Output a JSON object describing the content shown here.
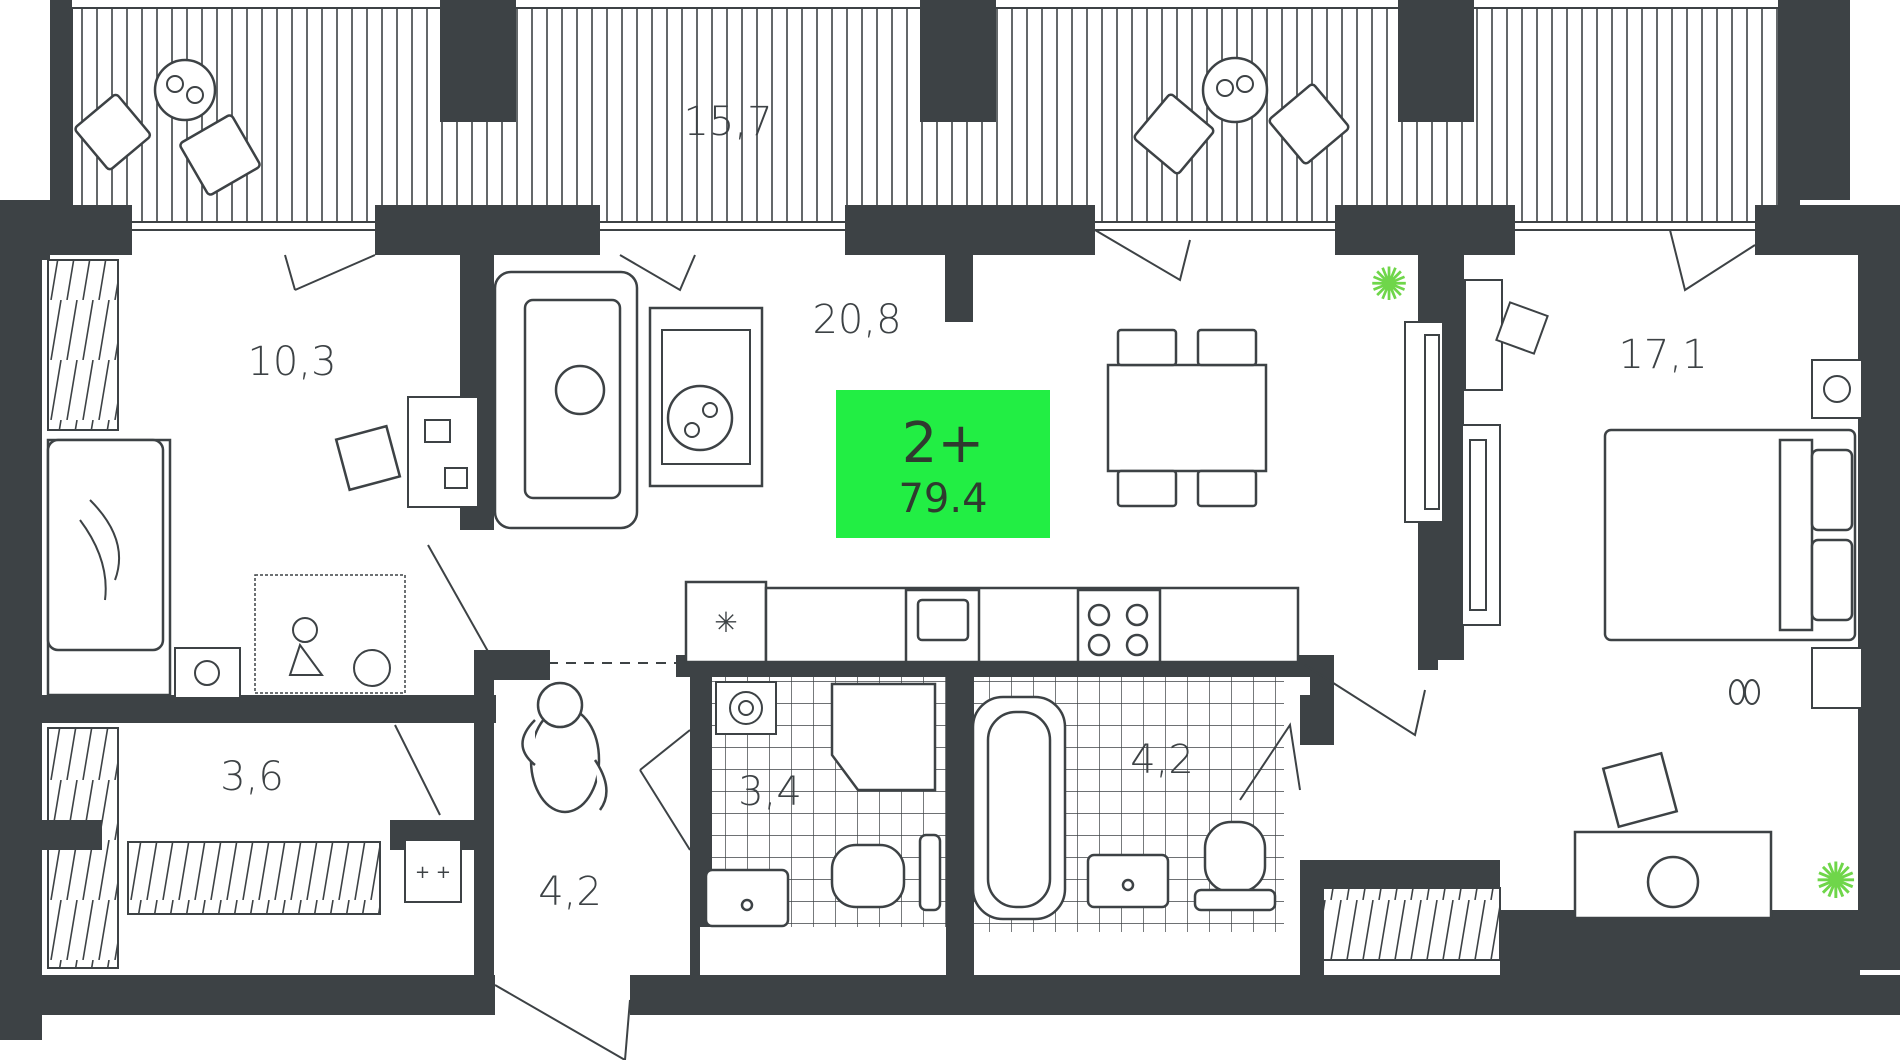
{
  "apartment": {
    "rooms_label": "2+",
    "total_area": "79.4",
    "badge_color": "#22ee44"
  },
  "rooms": {
    "balcony": "15,7",
    "kitchen_living": "20,8",
    "bedroom_left": "10,3",
    "bedroom_right": "17,1",
    "storage": "3,6",
    "hall": "4,2",
    "bathroom_small": "3,4",
    "bathroom_large": "4,2"
  },
  "colors": {
    "wall": "#3d4245",
    "line": "#3d4245",
    "plant": "#6fd64a"
  }
}
